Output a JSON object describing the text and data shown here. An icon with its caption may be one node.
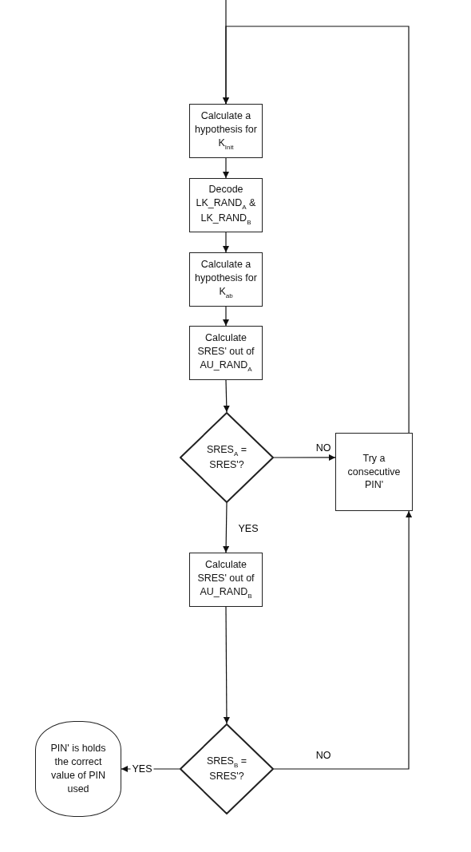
{
  "diagram": {
    "nodes": [
      {
        "text": [
          "Calculate a hypothesis for K$_{Init}$"
        ]
      },
      {
        "text": [
          "Decode LK_RAND$_{A}$ & LK_RAND$_{B}$"
        ]
      },
      {
        "text": [
          "Calculate a hypothesis for K$_{ab}$"
        ]
      },
      {
        "text": [
          "Calculate SRES' out of AU_RAND$_{A}$"
        ]
      },
      {
        "text": [
          "SRES$_{A}$ = SRES'?"
        ]
      },
      {
        "text": [
          "Try a consecutive PIN'"
        ]
      },
      {
        "text": [
          "Calculate SRES' out of AU_RAND$_{B}$"
        ]
      },
      {
        "text": [
          "SRES$_{B}$ = SRES'?"
        ]
      },
      {
        "text": [
          "PIN' is holds the correct value of PIN used"
        ]
      }
    ],
    "edges": [
      {
        "from": null,
        "to": 0,
        "arrow": "to"
      },
      {
        "from": 0,
        "to": 1,
        "arrow": "to"
      },
      {
        "from": 1,
        "to": 2,
        "arrow": "to"
      },
      {
        "from": 2,
        "to": 3,
        "arrow": "to"
      },
      {
        "from": 3,
        "to": 4,
        "arrow": "to"
      },
      {
        "from": 4,
        "to": 5,
        "arrow": "to",
        "label": "NO"
      },
      {
        "from": 4,
        "to": 6,
        "arrow": "to",
        "label": "YES"
      },
      {
        "from": 6,
        "to": 7,
        "arrow": "to"
      },
      {
        "from": 7,
        "to": 5,
        "arrow": "to",
        "label": "NO"
      },
      {
        "from": 7,
        "to": 8,
        "arrow": "to",
        "label": "YES"
      },
      {
        "from": 5,
        "to": 0,
        "arrow": "to"
      }
    ]
  }
}
